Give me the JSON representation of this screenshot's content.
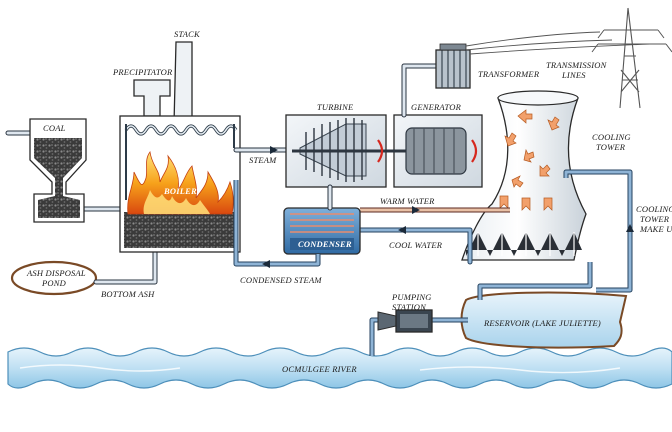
{
  "labels": {
    "stack": "STACK",
    "precipitator": "PRECIPITATOR",
    "coal": "COAL",
    "boiler": "BOILER",
    "turbine": "TURBINE",
    "generator": "GENERATOR",
    "transformer": "TRANSFORMER",
    "transmission_1": "TRANSMISSION",
    "transmission_2": "LINES",
    "steam": "STEAM",
    "cooling_tower_1": "COOLING",
    "cooling_tower_2": "TOWER",
    "makeup_1": "COOLING",
    "makeup_2": "TOWER",
    "makeup_3": "MAKE UP",
    "warm_water": "WARM WATER",
    "cool_water": "COOL WATER",
    "condenser": "CONDENSER",
    "condensed_steam": "CONDENSED STEAM",
    "ash_pond_1": "ASH DISPOSAL",
    "ash_pond_2": "POND",
    "bottom_ash": "BOTTOM ASH",
    "pumping_1": "PUMPING",
    "pumping_2": "STATION",
    "reservoir": "RESERVOIR (LAKE JULIETTE)",
    "river": "OCMULGEE RIVER"
  },
  "colors": {
    "water": "#bfe0f3",
    "water_dark": "#5aa3cf",
    "steam_pipe": "#dfe7ef",
    "warm_pipe": "#e9c1a6",
    "cool_pipe": "#8fb4d6",
    "condenser": "#3f7fb8",
    "fire": "#f7a21b",
    "coal": "#2c2c2c",
    "tower_arrow": "#f2a06b"
  },
  "icons": [
    "flame-icon",
    "flow-arrow-icon",
    "transmission-tower-icon"
  ]
}
